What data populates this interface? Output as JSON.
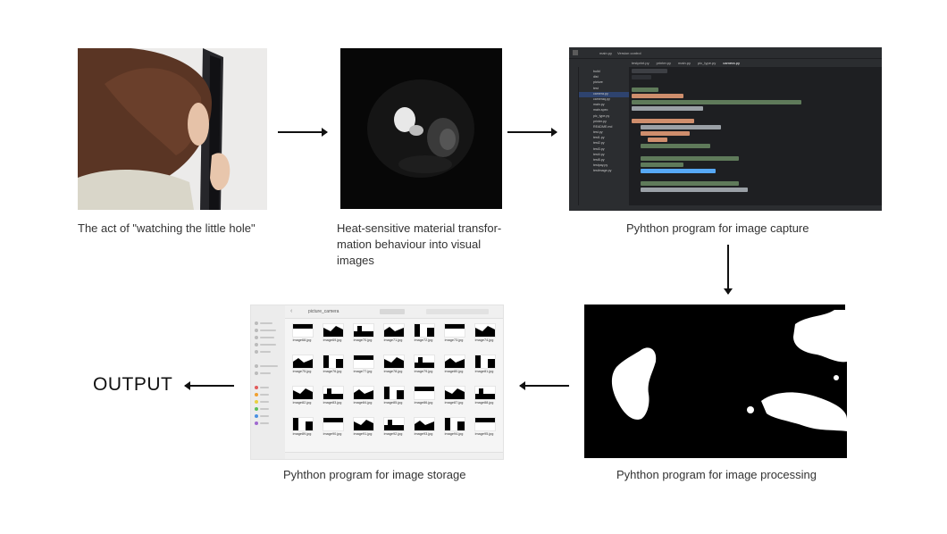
{
  "steps": {
    "watching": {
      "caption": "The act of \"watching the little hole\""
    },
    "heat": {
      "caption_lines": [
        "Heat-sensitive material transfor-",
        "mation behaviour into visual",
        "images"
      ]
    },
    "capture": {
      "caption": "Pyhthon program for image capture"
    },
    "processing": {
      "caption": "Pyhthon program for image processing"
    },
    "storage": {
      "caption": "Pyhthon program for image storage"
    },
    "output": {
      "label": "OUTPUT"
    }
  },
  "ide": {
    "branch": "main.py",
    "vcs": "Version control",
    "tabs": [
      "testprint.py",
      "printer.py",
      "main.py",
      "pic_type.py",
      "camera.py"
    ],
    "tree_items": [
      "build",
      "dist",
      "picture",
      "test",
      "camera.py",
      "cameraq.py",
      "main.py",
      "main.spec",
      "pic_type.py",
      "printer.py",
      "README.md",
      "test.py",
      "test1.py",
      "test2.py",
      "test3.py",
      "test4.py",
      "test5.py",
      "testpay.py",
      "testimage.py"
    ]
  },
  "finder": {
    "folder": "picture_camera",
    "files": [
      "image68.jpg",
      "image69.jpg",
      "image70.jpg",
      "image71.jpg",
      "image72.jpg",
      "image73.jpg",
      "image74.jpg",
      "image75.jpg",
      "image76.jpg",
      "image77.jpg",
      "image78.jpg",
      "image79.jpg",
      "image80.jpg",
      "image81.jpg",
      "image82.jpg",
      "image83.jpg",
      "image84.jpg",
      "image85.jpg",
      "image86.jpg",
      "image87.jpg",
      "image88.jpg",
      "image89.jpg",
      "image90.jpg",
      "image91.jpg",
      "image92.jpg",
      "image93.jpg",
      "image94.jpg",
      "image95.jpg"
    ]
  },
  "colors": {
    "arrow": "#111111",
    "caption": "#333333",
    "ide_bg": "#1e1f22"
  }
}
